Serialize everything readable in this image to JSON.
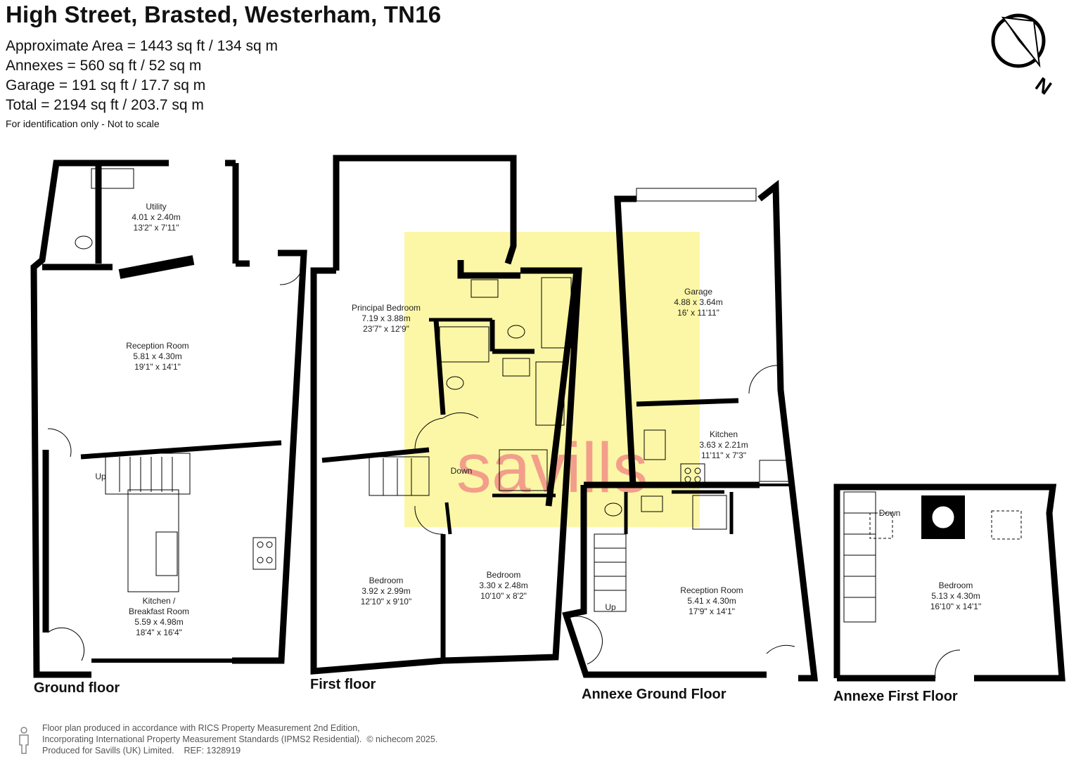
{
  "header": {
    "title": "High Street, Brasted, Westerham, TN16",
    "areas": [
      "Approximate Area = 1443 sq ft / 134 sq m",
      "Annexes = 560 sq ft / 52 sq m",
      "Garage = 191 sq ft / 17.7 sq m",
      "Total = 2194 sq ft / 203.7 sq m"
    ],
    "disclaimer": "For identification only - Not to scale"
  },
  "compass": {
    "label": "N"
  },
  "watermark": {
    "text": "savills",
    "color": "#f08080",
    "highlight_color": "#fbf7a6"
  },
  "floors": [
    {
      "label": "Ground floor"
    },
    {
      "label": "First floor"
    },
    {
      "label": "Annexe Ground Floor"
    },
    {
      "label": "Annexe First Floor"
    }
  ],
  "rooms": [
    {
      "name": "Utility",
      "metric": "4.01 x 2.40m",
      "imperial": "13'2\" x 7'11\""
    },
    {
      "name": "Reception Room",
      "metric": "5.81 x 4.30m",
      "imperial": "19'1\" x 14'1\""
    },
    {
      "name": "Kitchen /",
      "name2": "Breakfast Room",
      "metric": "5.59 x 4.98m",
      "imperial": "18'4\" x 16'4\""
    },
    {
      "name": "Principal Bedroom",
      "metric": "7.19 x 3.88m",
      "imperial": "23'7\" x 12'9\""
    },
    {
      "name": "Bedroom",
      "metric": "3.92 x 2.99m",
      "imperial": "12'10\" x 9'10\""
    },
    {
      "name": "Bedroom",
      "metric": "3.30 x 2.48m",
      "imperial": "10'10\" x 8'2\""
    },
    {
      "name": "Garage",
      "metric": "4.88 x 3.64m",
      "imperial": "16' x 11'11\""
    },
    {
      "name": "Kitchen",
      "metric": "3.63 x 2.21m",
      "imperial": "11'11\" x 7'3\""
    },
    {
      "name": "Reception Room",
      "metric": "5.41 x 4.30m",
      "imperial": "17'9\" x 14'1\""
    },
    {
      "name": "Bedroom",
      "metric": "5.13 x 4.30m",
      "imperial": "16'10\" x 14'1\""
    }
  ],
  "stair_labels": {
    "up": "Up",
    "down": "Down"
  },
  "footer": {
    "line1": "Floor plan produced in accordance with RICS Property Measurement 2nd Edition,",
    "line2": "Incorporating International Property Measurement Standards (IPMS2 Residential).",
    "copyright": "© nichecom 2025.",
    "line3": "Produced for Savills (UK) Limited.",
    "ref": "REF:  1328919"
  }
}
